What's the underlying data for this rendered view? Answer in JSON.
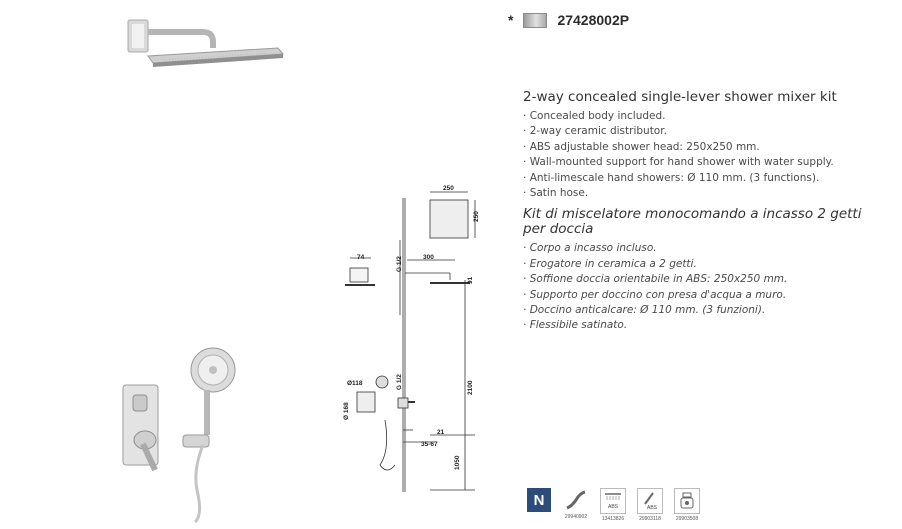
{
  "product": {
    "asterisk": "*",
    "code": "27428002P"
  },
  "english": {
    "title": "2-way concealed single-lever shower mixer kit",
    "features": [
      "Concealed body included.",
      "2-way ceramic distributor.",
      "ABS adjustable shower head: 250x250 mm.",
      "Wall-mounted support for hand shower with water supply.",
      "Anti-limescale hand showers: Ø 110 mm. (3 functions).",
      "Satin hose."
    ]
  },
  "italian": {
    "title": "Kit di miscelatore monocomando a incasso 2 getti per doccia",
    "features": [
      "Corpo a incasso incluso.",
      "Erogatore in ceramica a 2 getti.",
      "Soffione doccia orientabile in ABS: 250x250 mm.",
      "Supporto per doccino con presa d'acqua a muro.",
      "Doccino anticalcare: Ø 110 mm. (3 funzioni).",
      "Flessibile satinato."
    ]
  },
  "drawing_dims": {
    "d250a": "250",
    "d250b": "250",
    "d74": "74",
    "g12a": "G 1/2",
    "d300": "300",
    "d91": "91",
    "d118": "Ø118",
    "g12b": "G 1/2",
    "d2100": "2100",
    "d168": "Ø 168",
    "d21": "21",
    "d3567": "35-67",
    "d1050": "1050"
  },
  "icons": [
    {
      "name": "n-badge-icon",
      "label": "N",
      "code": ""
    },
    {
      "name": "hose-icon",
      "label": "",
      "code": "29940902"
    },
    {
      "name": "abs-shower-head-icon",
      "label": "ABS",
      "code": "13413826"
    },
    {
      "name": "abs-hand-shower-icon",
      "label": "ABS",
      "code": "29903118"
    },
    {
      "name": "diverter-icon",
      "label": "",
      "code": "29903508"
    }
  ]
}
